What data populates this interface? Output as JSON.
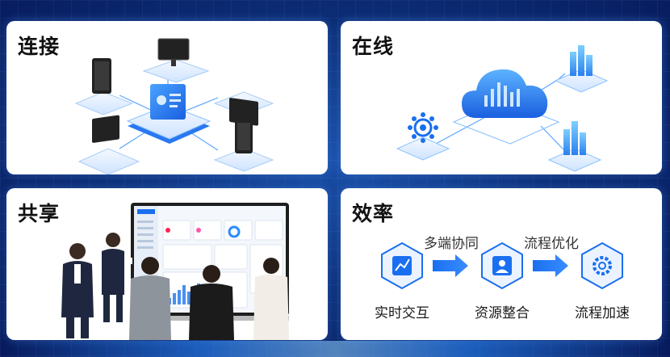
{
  "panels": {
    "connect": {
      "title": "连接"
    },
    "online": {
      "title": "在线"
    },
    "share": {
      "title": "共享"
    },
    "efficiency": {
      "title": "效率",
      "steps": [
        "实时交互",
        "资源整合",
        "流程加速"
      ],
      "arrows": [
        "多端协同",
        "流程优化"
      ]
    }
  },
  "colors": {
    "accent": "#1a6ff0",
    "accent_light": "#4aa3ff",
    "platform": "#dcecff"
  }
}
